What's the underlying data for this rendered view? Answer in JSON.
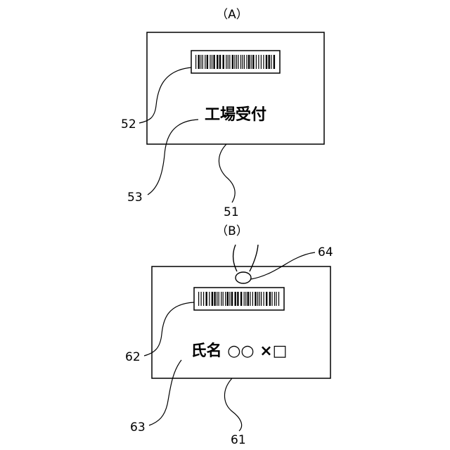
{
  "figure_a": {
    "caption": "（A）",
    "card_text": "工場受付",
    "labels": {
      "card": "51",
      "barcode": "52",
      "text": "53"
    }
  },
  "figure_b": {
    "caption": "（B）",
    "card_text": "氏名 ○○ ×□",
    "labels": {
      "card": "61",
      "barcode": "62",
      "text": "63",
      "hole": "64"
    }
  }
}
